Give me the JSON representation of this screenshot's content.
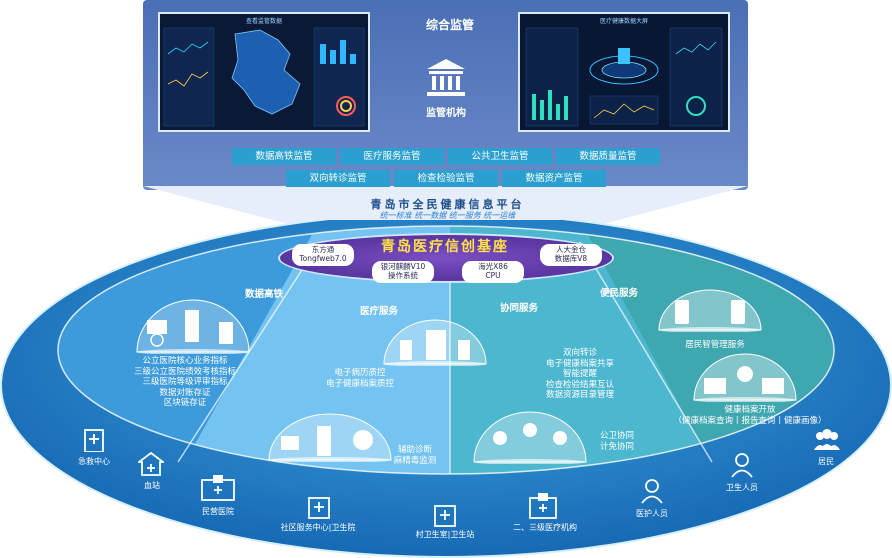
{
  "top": {
    "title": "综合监管",
    "regulator": "监管机构",
    "screen_left_title": "查看监管数据",
    "screen_right_title": "医疗健康数据大屏",
    "tags_row1": [
      "数据高铁监管",
      "医疗服务监管",
      "公共卫生监管",
      "数据质量监管"
    ],
    "tags_row2": [
      "双向转诊监管",
      "检查检验监管",
      "数据资产监管"
    ]
  },
  "platform": {
    "title": "青岛市全民健康信息平台",
    "subtitle": "统一标准  统一数据  统一服务  统一运维"
  },
  "core": {
    "title": "青岛医疗信创基座",
    "items": [
      {
        "line1": "东方通",
        "line2": "Tongfweb7.0"
      },
      {
        "line1": "银河麒麟V10",
        "line2": "操作系统"
      },
      {
        "line1": "海光X86",
        "line2": "CPU"
      },
      {
        "line1": "人大金仓",
        "line2": "数据库V8"
      }
    ]
  },
  "sections": {
    "data": {
      "title": "数据高铁",
      "items": [
        "公立医院核心业务指标",
        "三级公立医院绩效考核指标",
        "三级医院等级评审指标",
        "数据对账存证",
        "区块链存证"
      ]
    },
    "medical": {
      "title": "医疗服务",
      "items1": [
        "电子病历质控",
        "电子健康档案质控"
      ],
      "items2": [
        "辅助诊断",
        "麻精毒监测"
      ]
    },
    "collab": {
      "title": "协同服务",
      "items1": [
        "双向转诊",
        "电子健康档案共享",
        "智能提醒",
        "检查检验结果互认",
        "数据资源目录管理"
      ],
      "items2": [
        "公卫协同",
        "计免协同"
      ]
    },
    "people": {
      "title": "便民服务",
      "items1": [
        "居民智管理服务"
      ],
      "items2_title": "健康档案开放",
      "items2_detail": "（健康档案查询丨报告查询丨健康画像）"
    }
  },
  "ground": {
    "emergency": "急救中心",
    "blood": "血站",
    "private": "民营医院",
    "community": "社区服务中心|卫生院",
    "village": "村卫生室|卫生站",
    "hospital": "二、三级医疗机构",
    "medstaff": "医护人员",
    "health": "卫生人员",
    "resident": "居民"
  },
  "colors": {
    "panel": "#5a7cc0",
    "tag": "#2a9fd0",
    "core": "#5a36a8",
    "ellipse_outer": "#1c86c8",
    "section_data": "#4aa6dd",
    "section_medical": "#6fc0ee",
    "section_collab": "#4bb8d0",
    "section_people": "#3aa8a8"
  }
}
